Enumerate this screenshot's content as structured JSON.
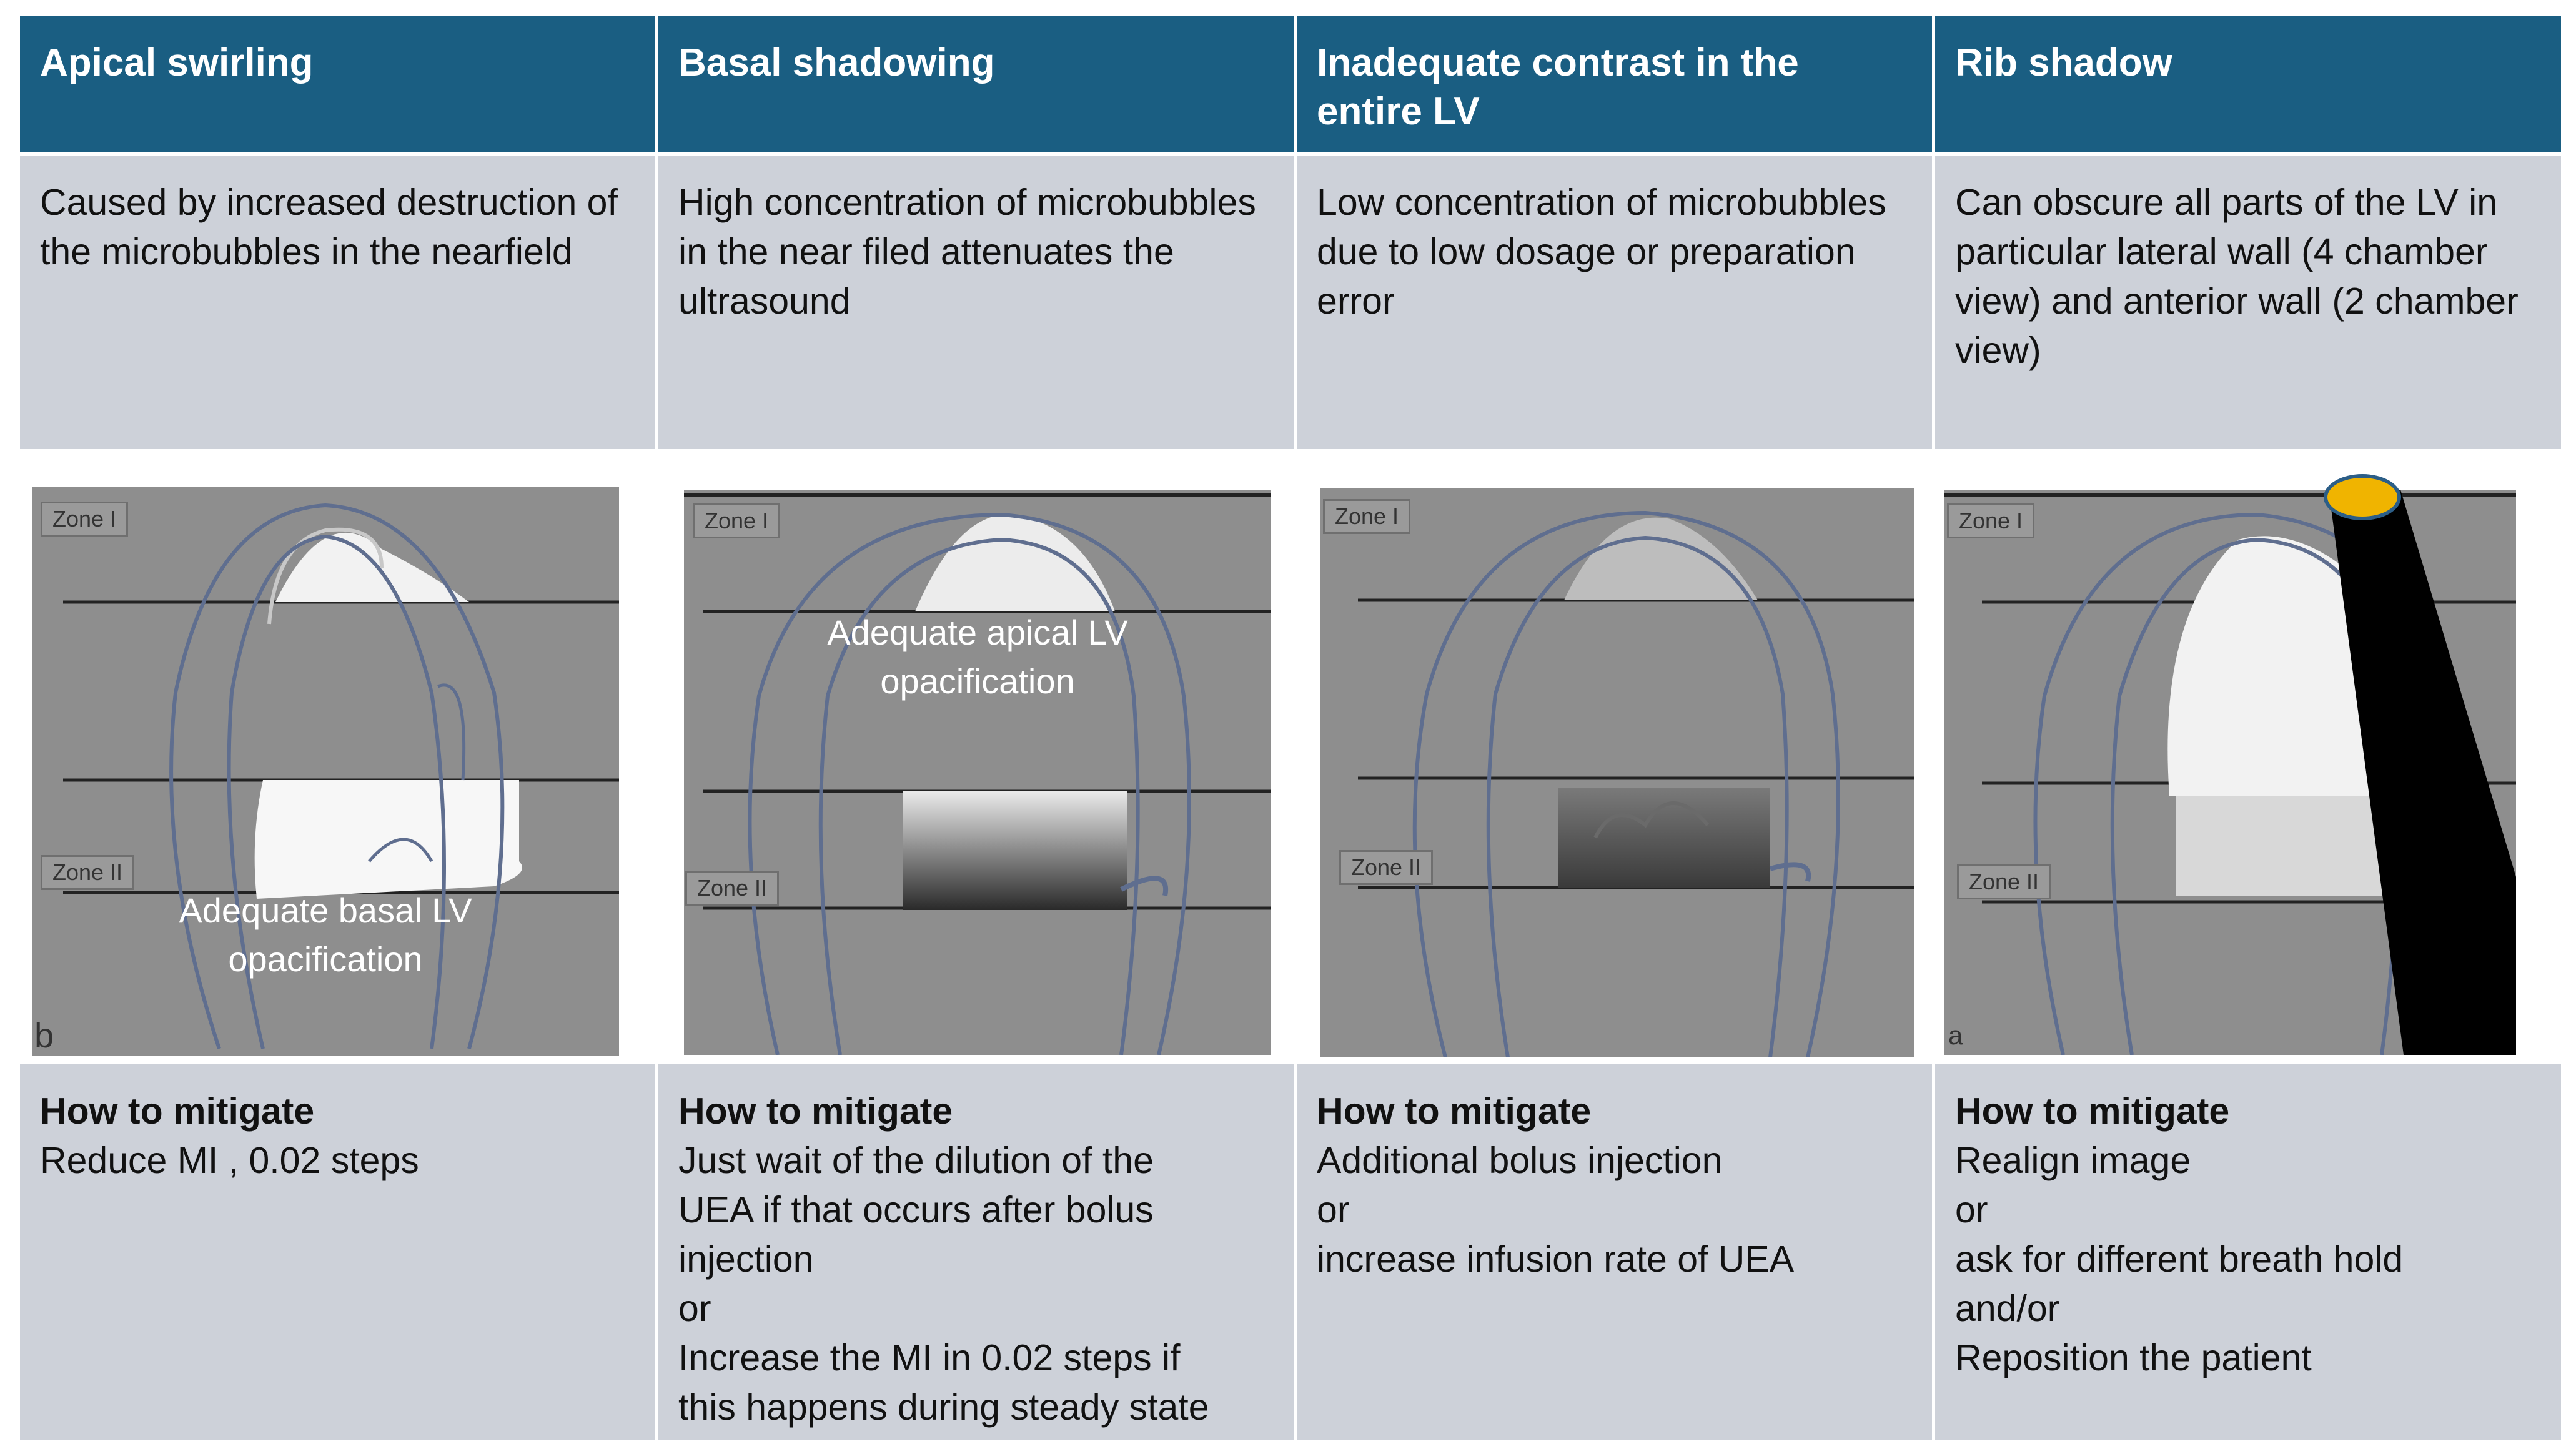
{
  "columns": [
    {
      "header": "Apical swirling",
      "description": "Caused by increased destruction of the microbubbles in the nearfield",
      "panel": {
        "zone_top": "Zone I",
        "zone_bottom": "Zone II",
        "corner_letter": "b",
        "caption_lines": [
          "Adequate basal LV",
          "opacification"
        ]
      },
      "mitigate_title": "How to mitigate",
      "mitigate_lines": [
        "Reduce MI , 0.02 steps"
      ]
    },
    {
      "header": "Basal shadowing",
      "description": "High concentration of microbubbles in the near filed attenuates the ultrasound",
      "panel": {
        "zone_top": "Zone I",
        "zone_bottom": "Zone II",
        "caption_lines": [
          "Adequate apical LV",
          "opacification"
        ]
      },
      "mitigate_title": "How to mitigate",
      "mitigate_lines": [
        "Just wait of the dilution of the",
        "UEA if that occurs after bolus",
        "injection",
        "or",
        "Increase the MI in 0.02 steps if",
        "this happens during steady state"
      ]
    },
    {
      "header": "Inadequate contrast in the entire LV",
      "description": "Low concentration of microbubbles due to low dosage or preparation error",
      "panel": {
        "zone_top": "Zone I",
        "zone_bottom": "Zone II"
      },
      "mitigate_title": "How to mitigate",
      "mitigate_lines": [
        "Additional bolus injection",
        "or",
        "increase infusion rate of UEA"
      ]
    },
    {
      "header": "Rib shadow",
      "description": "Can obscure all parts of the LV in particular lateral wall (4 chamber view) and anterior wall (2 chamber view)",
      "panel": {
        "zone_top": "Zone I",
        "zone_bottom": "Zone II",
        "corner_letter": "a"
      },
      "mitigate_title": "How to mitigate",
      "mitigate_lines": [
        "Realign image",
        "or",
        "ask for different breath hold",
        "and/or",
        "Reposition the patient"
      ]
    }
  ],
  "colors": {
    "header_bg": "#1a5e82",
    "cell_bg": "#cdd1d9",
    "panel_bg": "#8e8e8e",
    "outline": "#5f6e8f",
    "rib_marker": "#f0b400"
  }
}
